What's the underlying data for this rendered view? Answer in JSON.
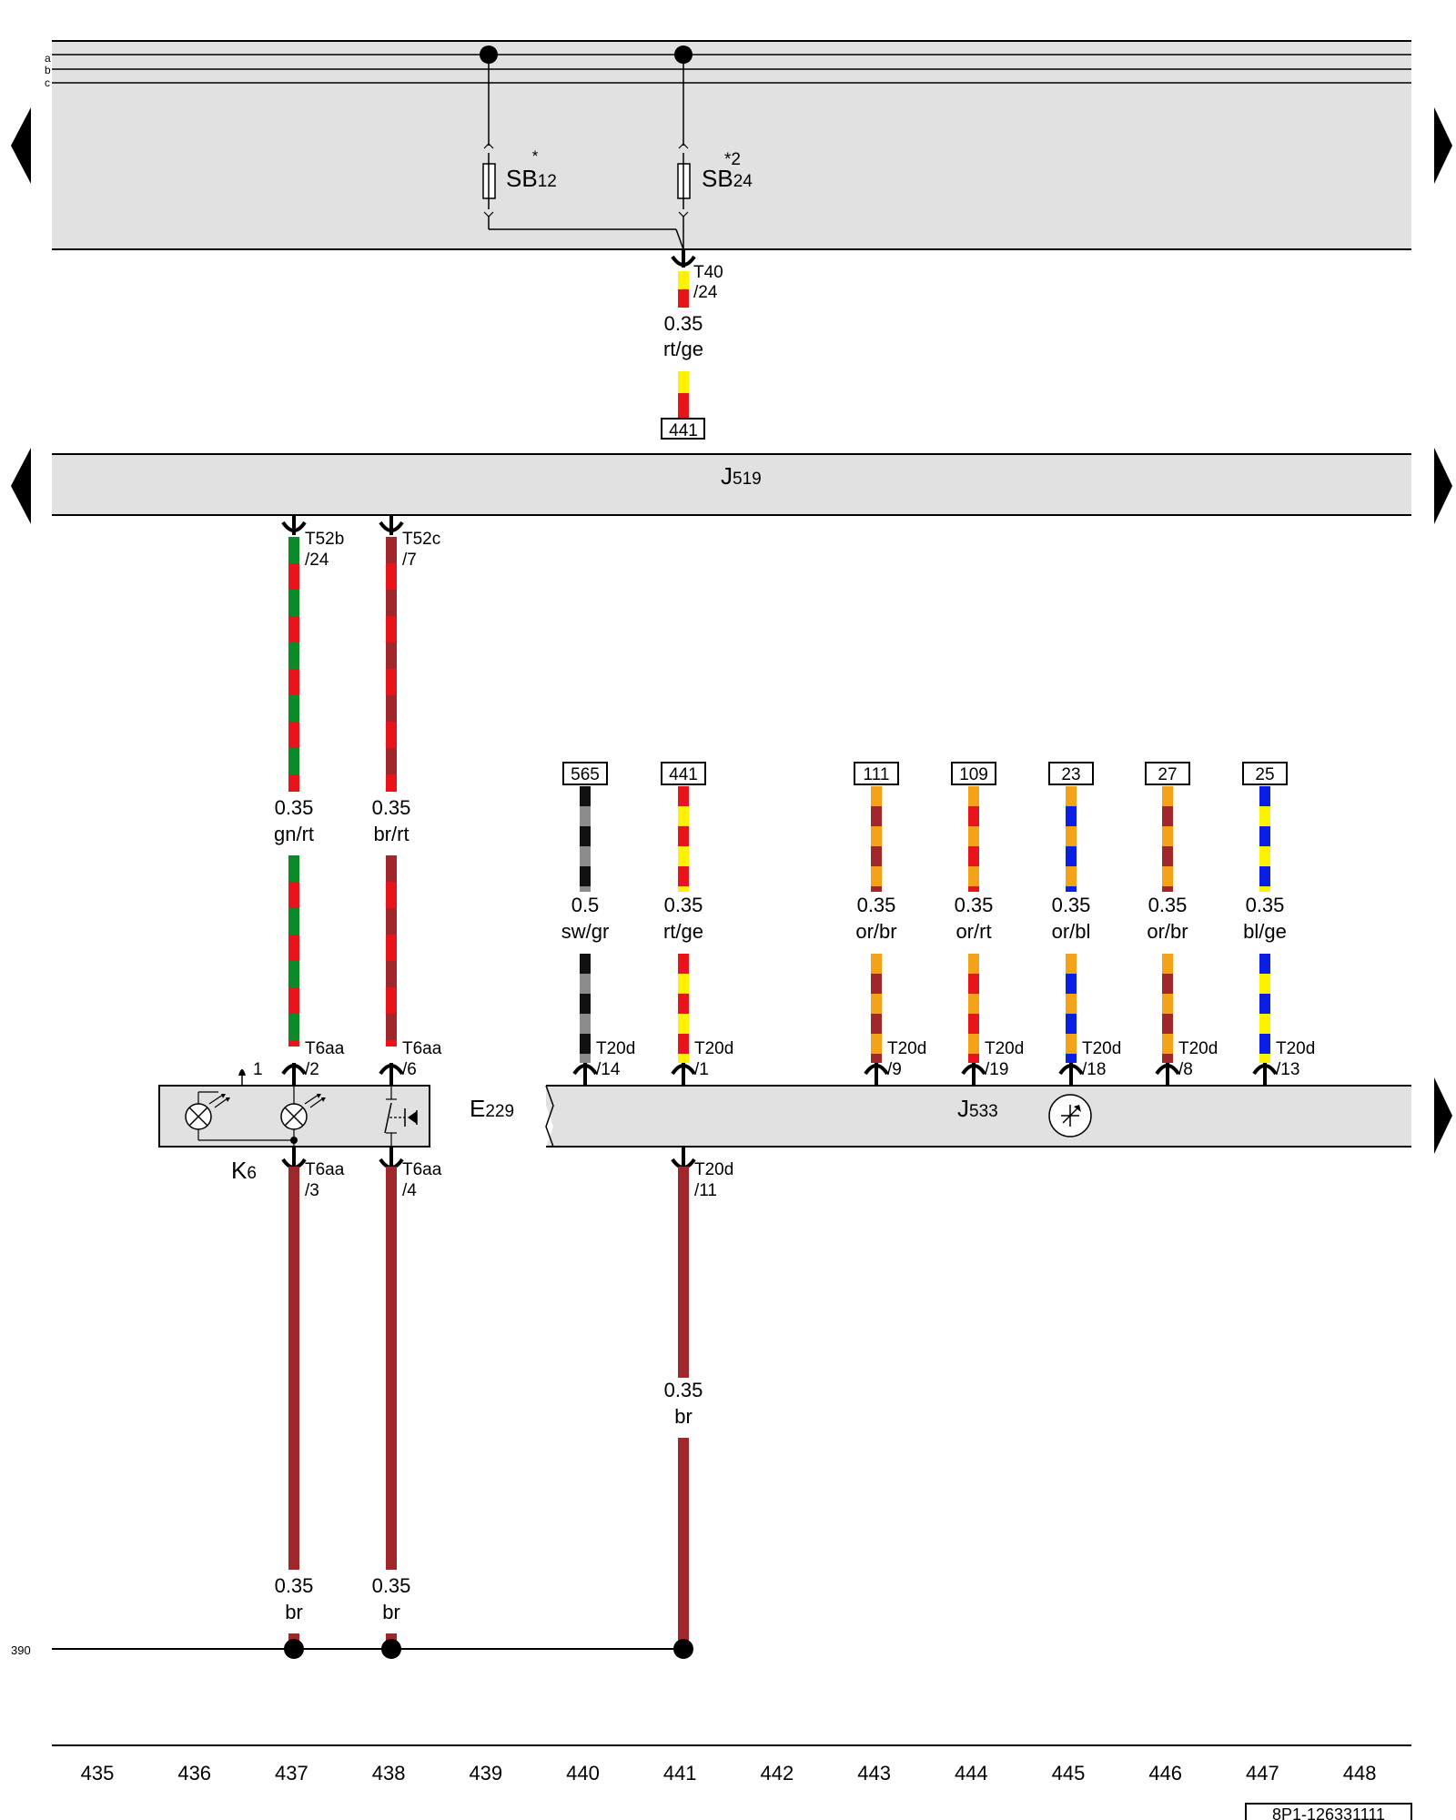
{
  "busbars": [
    "a",
    "b",
    "c"
  ],
  "fuses": [
    {
      "prefix": "SB",
      "num": "12",
      "star": "*"
    },
    {
      "prefix": "SB",
      "num": "24",
      "star": "*2"
    }
  ],
  "connector_top": {
    "name": "T40",
    "pin": "/24"
  },
  "wire_top": {
    "size": "0.35",
    "color": "rt/ge"
  },
  "ref_top": "441",
  "j519": {
    "prefix": "J",
    "num": "519"
  },
  "wires_left": [
    {
      "size": "0.35",
      "color": "gn/rt",
      "conn": "T52b",
      "pin": "/24"
    },
    {
      "size": "0.35",
      "color": "br/rt",
      "conn": "T52c",
      "pin": "/7"
    }
  ],
  "wires_right": [
    {
      "ref": "565",
      "size": "0.5",
      "color": "sw/gr",
      "conn": "T20d",
      "pin": "/14"
    },
    {
      "ref": "441",
      "size": "0.35",
      "color": "rt/ge",
      "conn": "T20d",
      "pin": "/1"
    },
    {
      "ref": "111",
      "size": "0.35",
      "color": "or/br",
      "conn": "T20d",
      "pin": "/9"
    },
    {
      "ref": "109",
      "size": "0.35",
      "color": "or/rt",
      "conn": "T20d",
      "pin": "/19"
    },
    {
      "ref": "23",
      "size": "0.35",
      "color": "or/bl",
      "conn": "T20d",
      "pin": "/18"
    },
    {
      "ref": "27",
      "size": "0.35",
      "color": "or/br",
      "conn": "T20d",
      "pin": "/8"
    },
    {
      "ref": "25",
      "size": "0.35",
      "color": "bl/ge",
      "conn": "T20d",
      "pin": "/13"
    }
  ],
  "e229_top_connectors": [
    {
      "conn": "T6aa",
      "pin": "/2"
    },
    {
      "conn": "T6aa",
      "pin": "/6"
    }
  ],
  "e229_bottom_connectors": [
    {
      "conn": "T6aa",
      "pin": "/3"
    },
    {
      "conn": "T6aa",
      "pin": "/4"
    }
  ],
  "e229_pin_label": "1",
  "e229": {
    "prefix": "E",
    "num": "229"
  },
  "k6": {
    "prefix": "K",
    "num": "6"
  },
  "j533": {
    "prefix": "J",
    "num": "533"
  },
  "j533_bottom": {
    "conn": "T20d",
    "pin": "/11",
    "size": "0.35",
    "color": "br"
  },
  "ground_wires": [
    {
      "size": "0.35",
      "color": "br"
    },
    {
      "size": "0.35",
      "color": "br"
    }
  ],
  "ground_ref": "390",
  "columns": [
    "435",
    "436",
    "437",
    "438",
    "439",
    "440",
    "441",
    "442",
    "443",
    "444",
    "445",
    "446",
    "447",
    "448"
  ],
  "doc_number": "8P1-126331111",
  "colors": {
    "rt": "#e8141c",
    "ge": "#fff200",
    "gn": "#0b8a2a",
    "br": "#a0282c",
    "or": "#f4a21a",
    "bl": "#0a1ee6",
    "sw": "#111111",
    "gr": "#8c8c8c",
    "panel": "#e1e1e1"
  }
}
